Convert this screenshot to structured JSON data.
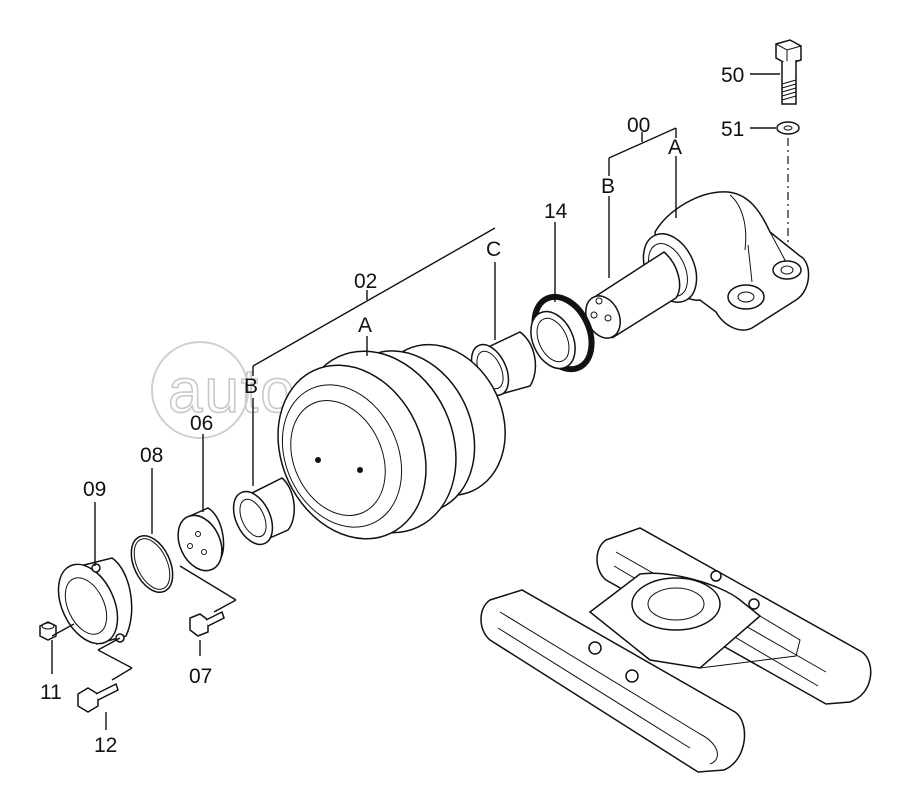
{
  "watermark": "autopiter.ru",
  "labels": {
    "p50": "50",
    "p51": "51",
    "p00": "00",
    "p00_A": "A",
    "p00_B": "B",
    "p14": "14",
    "p02": "02",
    "p02_A": "A",
    "p02_B": "B",
    "p02_C": "C",
    "p06": "06",
    "p08": "08",
    "p09": "09",
    "p07": "07",
    "p11": "11",
    "p12": "12"
  }
}
